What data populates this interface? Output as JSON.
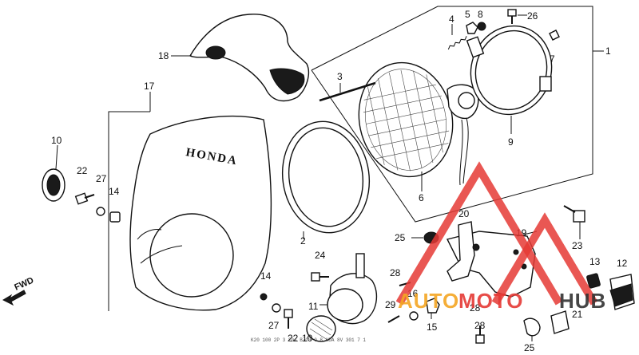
{
  "brand": "HONDA",
  "fwd_label": "FWD",
  "footer_code": "K20 100 2P 3 204  B7C3 0 8 HDA 8V 301 7 1",
  "watermark": {
    "part1": "AUTO",
    "part2": "MOTO",
    "part3": "HUB",
    "color_red": "#e53935",
    "color_orange": "#f5a623",
    "color_dark": "#333333"
  },
  "callouts": {
    "c1": "1",
    "c2": "2",
    "c3": "3",
    "c4": "4",
    "c5": "5",
    "c6": "6",
    "c7": "7",
    "c8": "8",
    "c9": "9",
    "c10a": "10",
    "c10b": "10",
    "c11": "11",
    "c12": "12",
    "c13": "13",
    "c14a": "14",
    "c14b": "14",
    "c15": "15",
    "c16": "16",
    "c17": "17",
    "c18": "18",
    "c19": "19",
    "c20": "20",
    "c21": "21",
    "c22a": "22",
    "c22b": "22",
    "c23": "23",
    "c24": "24",
    "c25a": "25",
    "c25b": "25",
    "c26": "26",
    "c27a": "27",
    "c27b": "27",
    "c28a": "28",
    "c28b": "28",
    "c28c": "28",
    "c29": "29"
  }
}
